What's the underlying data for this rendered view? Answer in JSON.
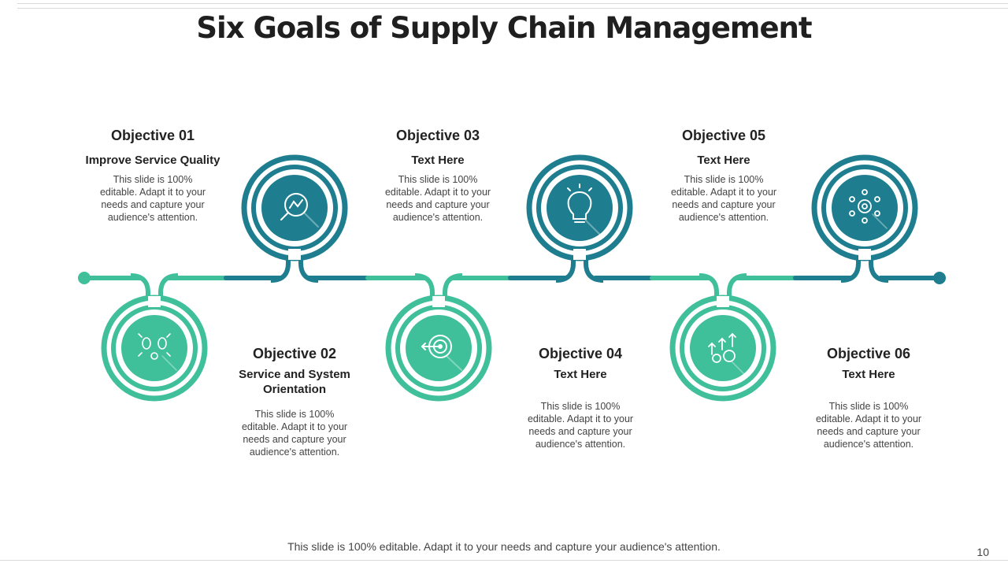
{
  "title": "Six Goals of Supply Chain Management",
  "footer": "This slide is 100% editable. Adapt it to your needs and capture your audience's attention.",
  "page_number": "10",
  "colors": {
    "teal_dark": "#1e7e8f",
    "teal_light": "#3fbf9a"
  },
  "objectives": [
    {
      "title": "Objective 01",
      "subtitle": "Improve Service Quality",
      "description": "This slide is 100% editable. Adapt it to your needs and capture your audience's attention.",
      "icon": "magnifier-chart-icon"
    },
    {
      "title": "Objective 02",
      "subtitle": "Service and System Orientation",
      "description": "This slide is 100% editable. Adapt it to your needs and capture your audience's attention.",
      "icon": "network-people-icon"
    },
    {
      "title": "Objective 03",
      "subtitle": "Text Here",
      "description": "This slide is 100% editable. Adapt it to your needs and capture your audience's attention.",
      "icon": "lightbulb-icon"
    },
    {
      "title": "Objective 04",
      "subtitle": "Text Here",
      "description": "This slide is 100% editable. Adapt it to your needs and capture your audience's attention.",
      "icon": "target-arrow-icon"
    },
    {
      "title": "Objective 05",
      "subtitle": "Text Here",
      "description": "This slide is 100% editable. Adapt it to your needs and capture your audience's attention.",
      "icon": "gear-network-icon"
    },
    {
      "title": "Objective 06",
      "subtitle": "Text Here",
      "description": "This slide is 100% editable. Adapt it to your needs and capture your audience's attention.",
      "icon": "growth-gears-icon"
    }
  ]
}
